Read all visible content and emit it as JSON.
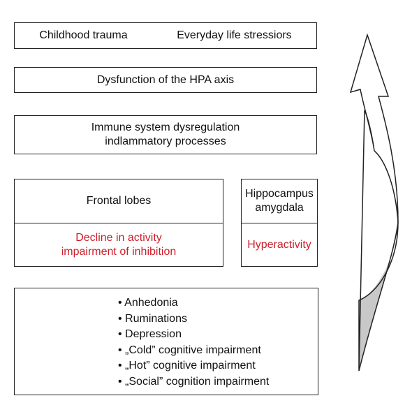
{
  "boxes": {
    "triggers": [
      "Childhood trauma",
      "Everyday life stressiors"
    ],
    "hpa": "Dysfunction of the HPA axis",
    "immune": [
      "Immune system dysregulation",
      "indlammatory processes"
    ],
    "frontal": {
      "title": "Frontal lobes",
      "effect": [
        "Decline in activity",
        "impairment of inhibition"
      ]
    },
    "hippocampus": {
      "title": [
        "Hippocampus",
        "amygdala"
      ],
      "effect": "Hyperactivity"
    },
    "symptoms": [
      "Anhedonia",
      "Ruminations",
      "Depression",
      "„Cold” cognitive impairment",
      "„Hot” cognitive impairment",
      "„Social” cognition impairment"
    ]
  },
  "colors": {
    "effect_text": "#cc1f2b",
    "arrow_fill": "#c8c8c8",
    "border": "#222222"
  },
  "icons": {
    "feedback_arrow": "curved-up-arrow-icon"
  }
}
